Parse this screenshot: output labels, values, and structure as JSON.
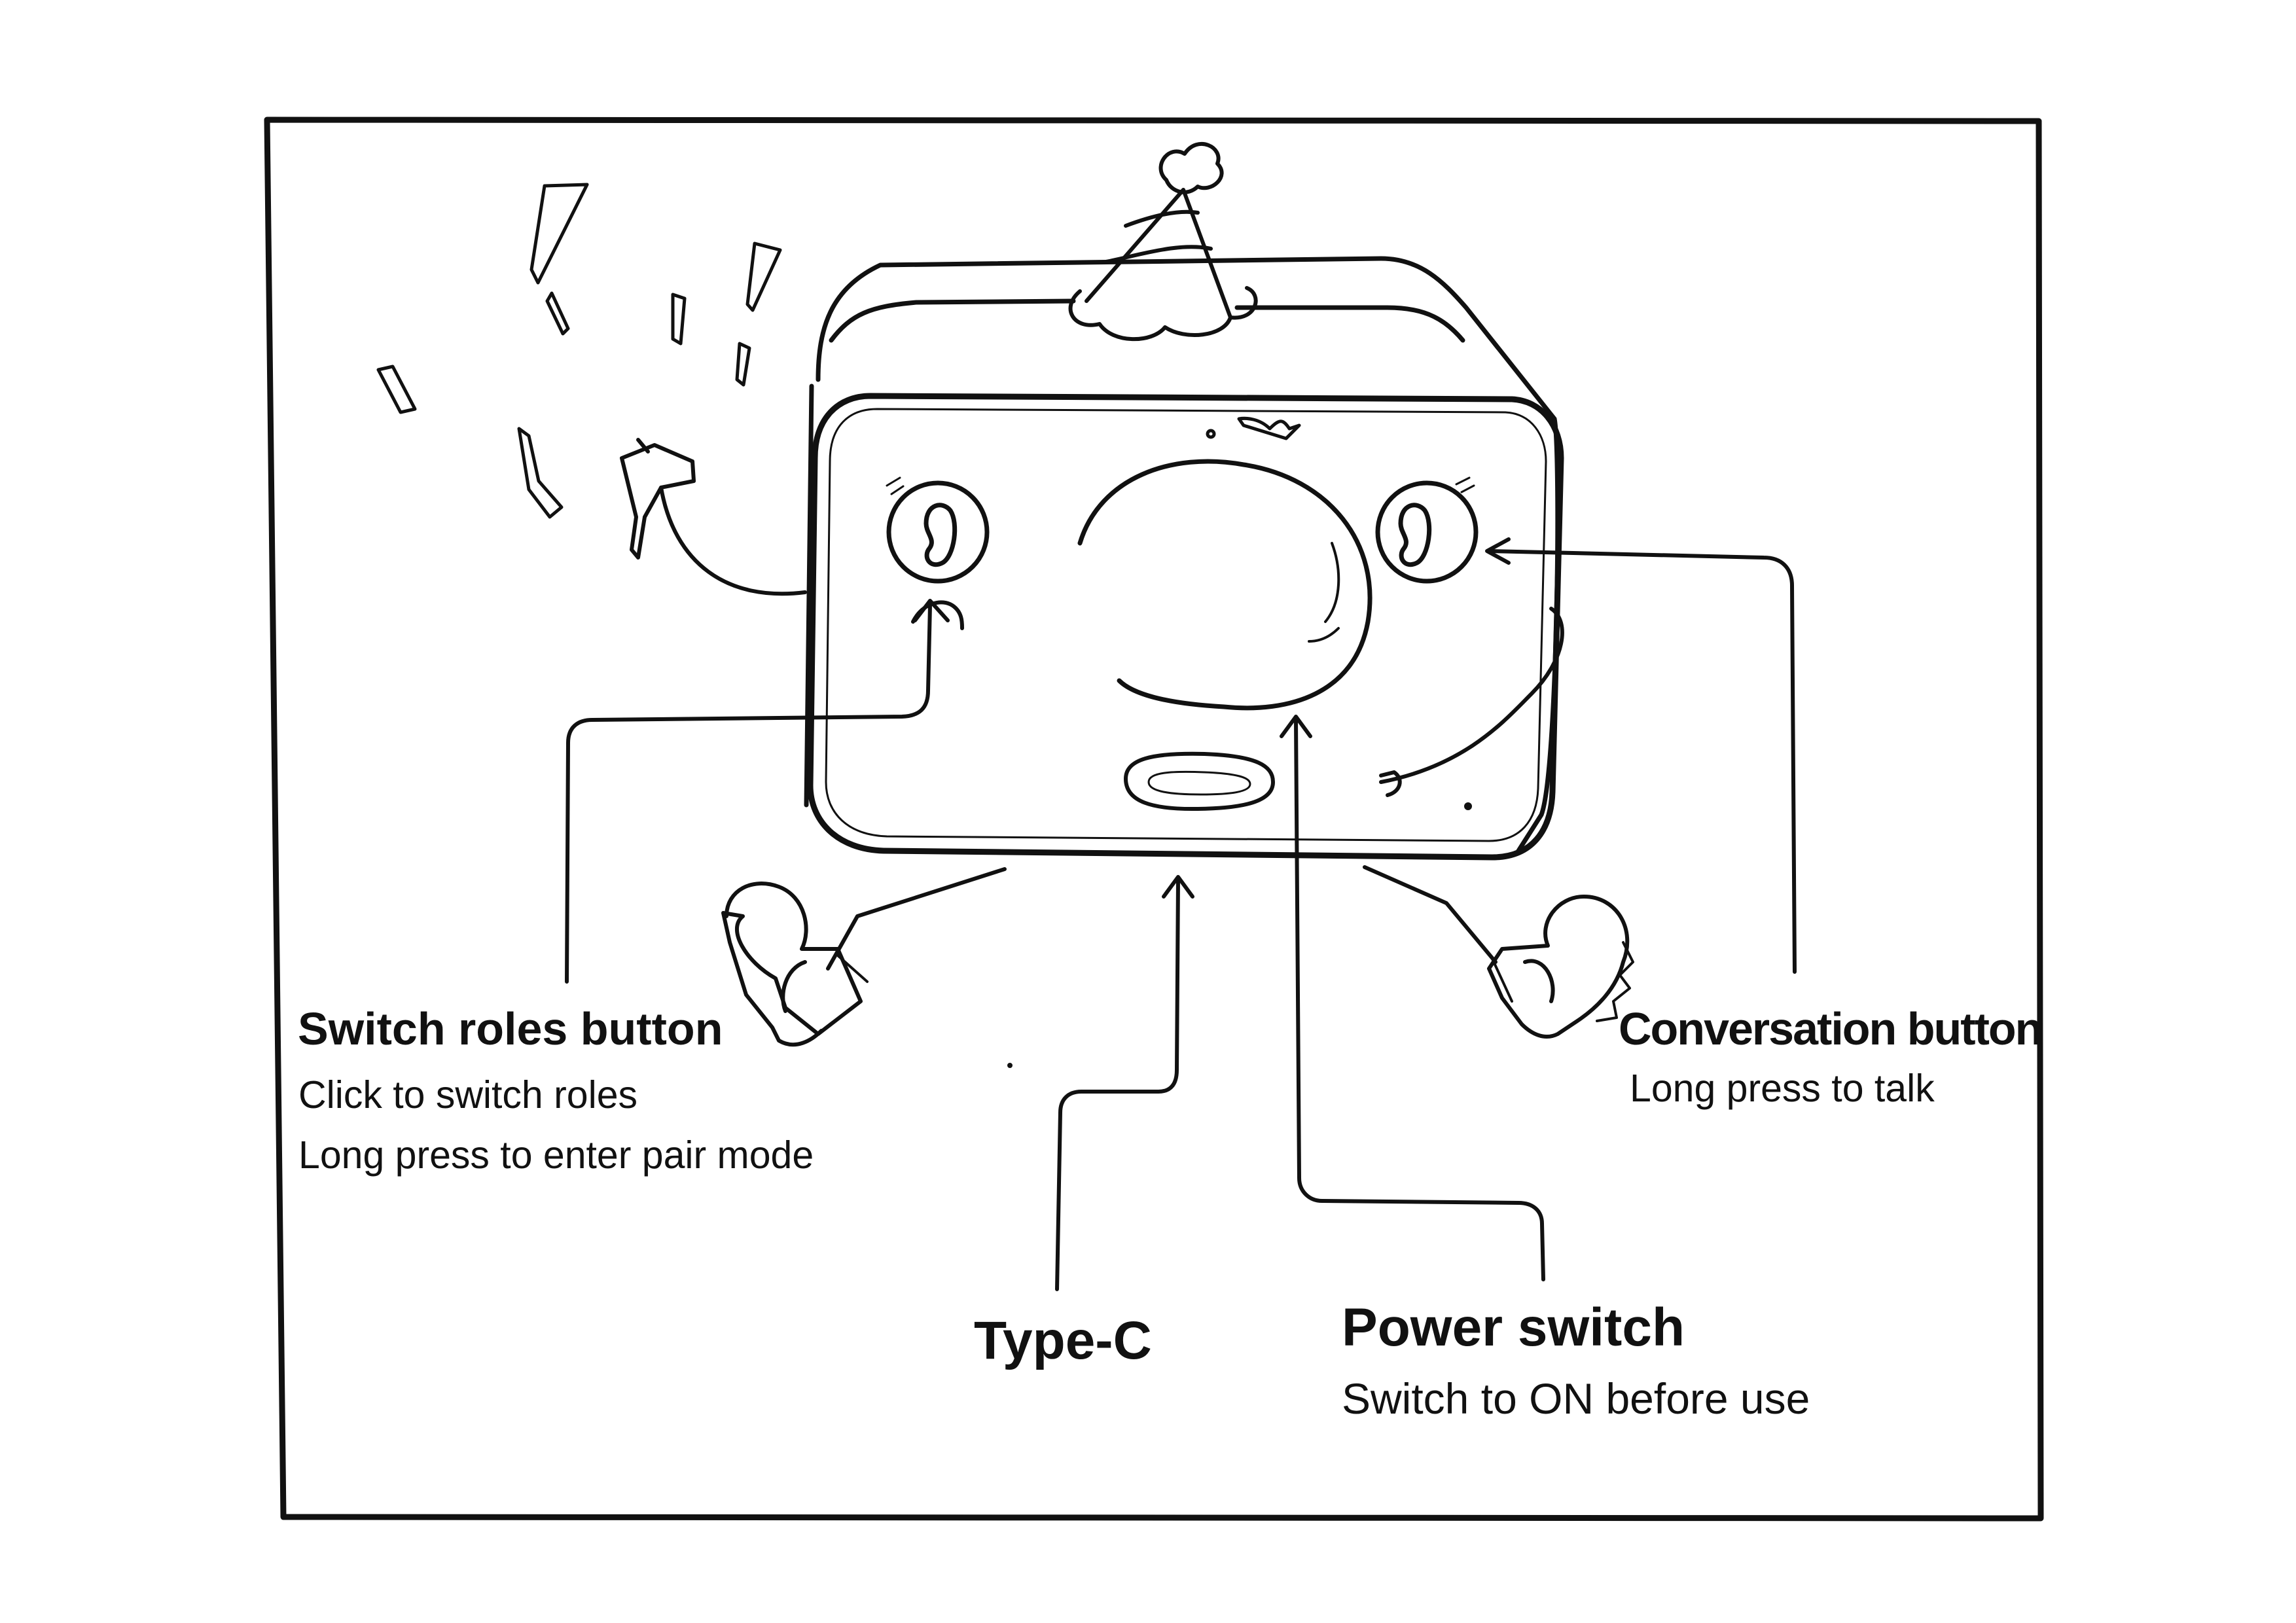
{
  "callouts": {
    "switch_roles": {
      "title": "Switch roles button",
      "line1": "Click to switch roles",
      "line2": "Long press to enter pair mode"
    },
    "conversation": {
      "title": "Conversation button",
      "line1": "Long press to talk"
    },
    "type_c": {
      "title": "Type-C"
    },
    "power": {
      "title": "Power switch",
      "line1": "Switch to ON before use"
    }
  },
  "colors": {
    "ink": "#111111",
    "paper": "#ffffff"
  }
}
